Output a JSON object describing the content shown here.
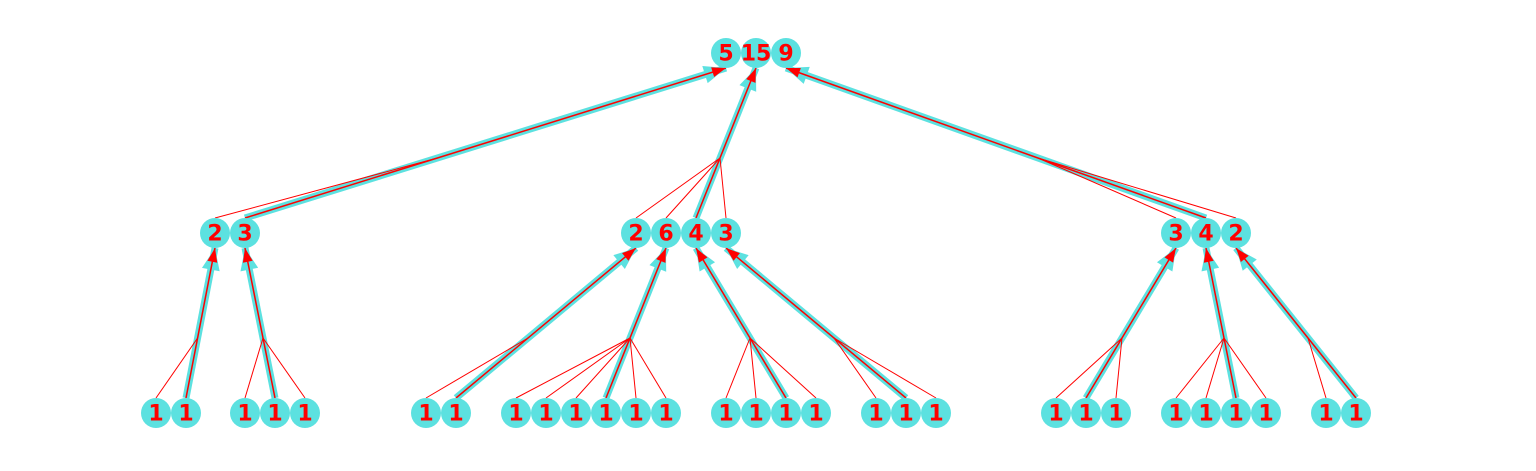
{
  "colors": {
    "node": "#5ce1e0",
    "edge": "#ff0000",
    "highlight": "#5ce1e0"
  },
  "tree": {
    "values": [
      5,
      15,
      9
    ],
    "children": [
      {
        "values": [
          2,
          3
        ],
        "from": 1,
        "to": 0,
        "children": [
          {
            "values": [
              1,
              1
            ],
            "from": 1,
            "to": 0
          },
          {
            "values": [
              1,
              1,
              1
            ],
            "from": 1,
            "to": 1
          }
        ]
      },
      {
        "values": [
          2,
          6,
          4,
          3
        ],
        "from": 2,
        "to": 1,
        "children": [
          {
            "values": [
              1,
              1
            ],
            "from": 1,
            "to": 0
          },
          {
            "values": [
              1,
              1,
              1,
              1,
              1,
              1
            ],
            "from": 3,
            "to": 1
          },
          {
            "values": [
              1,
              1,
              1,
              1
            ],
            "from": 2,
            "to": 2
          },
          {
            "values": [
              1,
              1,
              1
            ],
            "from": 1,
            "to": 3
          }
        ]
      },
      {
        "values": [
          3,
          4,
          2
        ],
        "from": 1,
        "to": 2,
        "children": [
          {
            "values": [
              1,
              1,
              1
            ],
            "from": 1,
            "to": 0
          },
          {
            "values": [
              1,
              1,
              1,
              1
            ],
            "from": 2,
            "to": 1
          },
          {
            "values": [
              1,
              1
            ],
            "from": 1,
            "to": 2
          }
        ]
      }
    ]
  }
}
